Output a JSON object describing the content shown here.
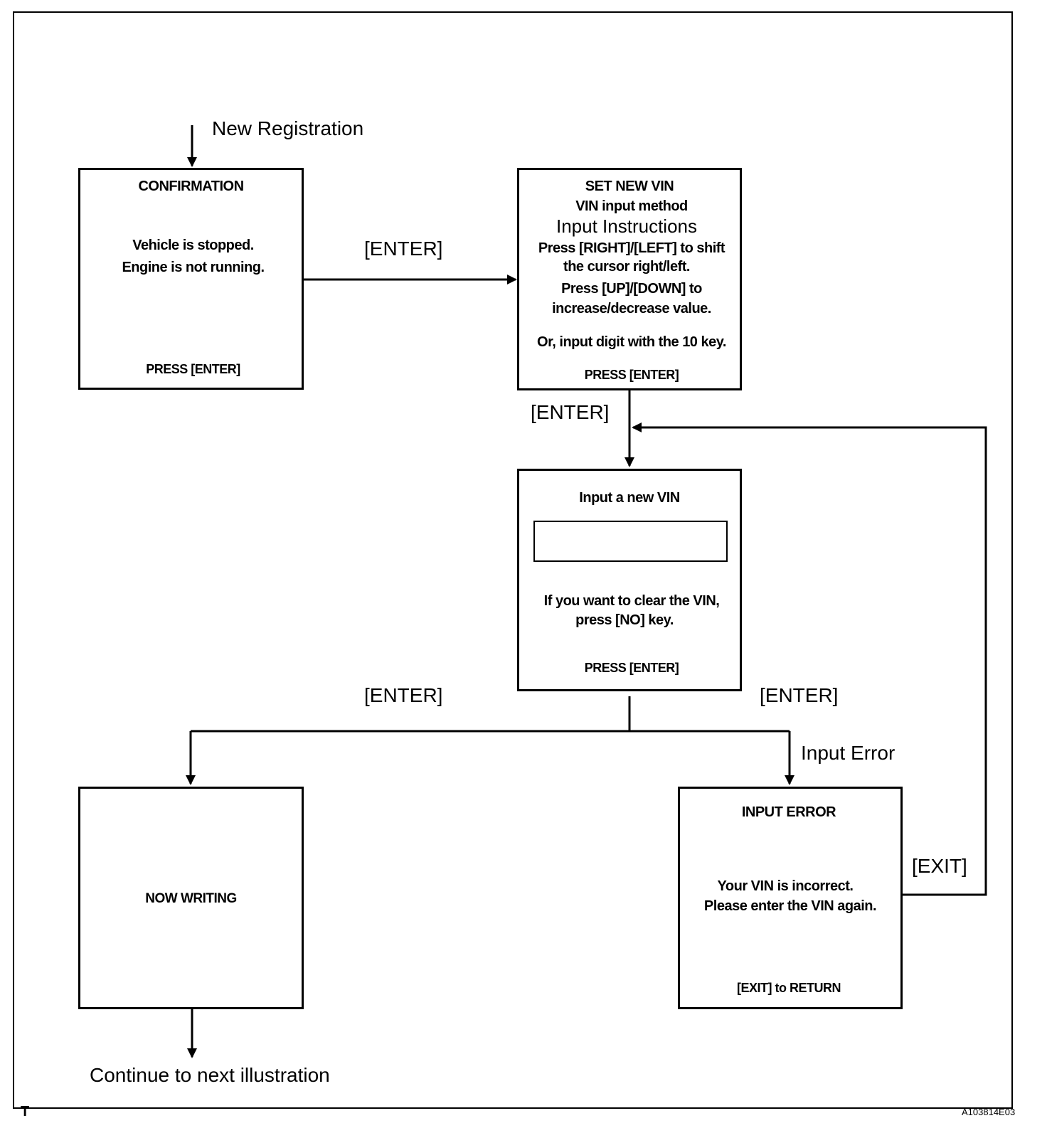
{
  "labels": {
    "new_registration": "New Registration",
    "enter_1": "[ENTER]",
    "enter_2": "[ENTER]",
    "enter_3": "[ENTER]",
    "enter_4": "[ENTER]",
    "input_error": "Input Error",
    "exit": "[EXIT]",
    "continue": "Continue to next illustration"
  },
  "confirmation": {
    "title": "CONFIRMATION",
    "line1": "Vehicle is stopped.",
    "line2": "Engine is not running.",
    "footer": "PRESS [ENTER]"
  },
  "set_new_vin": {
    "title": "SET NEW VIN",
    "subtitle": "VIN input method",
    "instructions_heading": "Input Instructions",
    "line1": "Press [RIGHT]/[LEFT] to shift",
    "line2": "the cursor right/left.",
    "line3": "Press [UP]/[DOWN]  to",
    "line4": "increase/decrease value.",
    "line5": "Or, input digit with the 10 key.",
    "footer": "PRESS [ENTER]"
  },
  "input_vin": {
    "title": "Input a new VIN",
    "field_value": "",
    "line1": "If you want to clear the VIN,",
    "line2": "press [NO] key.",
    "footer": "PRESS [ENTER]"
  },
  "now_writing": {
    "title": "NOW WRITING"
  },
  "input_error_box": {
    "title": "INPUT  ERROR",
    "line1": "Your VIN is incorrect.",
    "line2": "Please enter the VIN again.",
    "footer": "[EXIT] to RETURN"
  },
  "footer": {
    "letter": "T",
    "code": "A103814E03"
  }
}
